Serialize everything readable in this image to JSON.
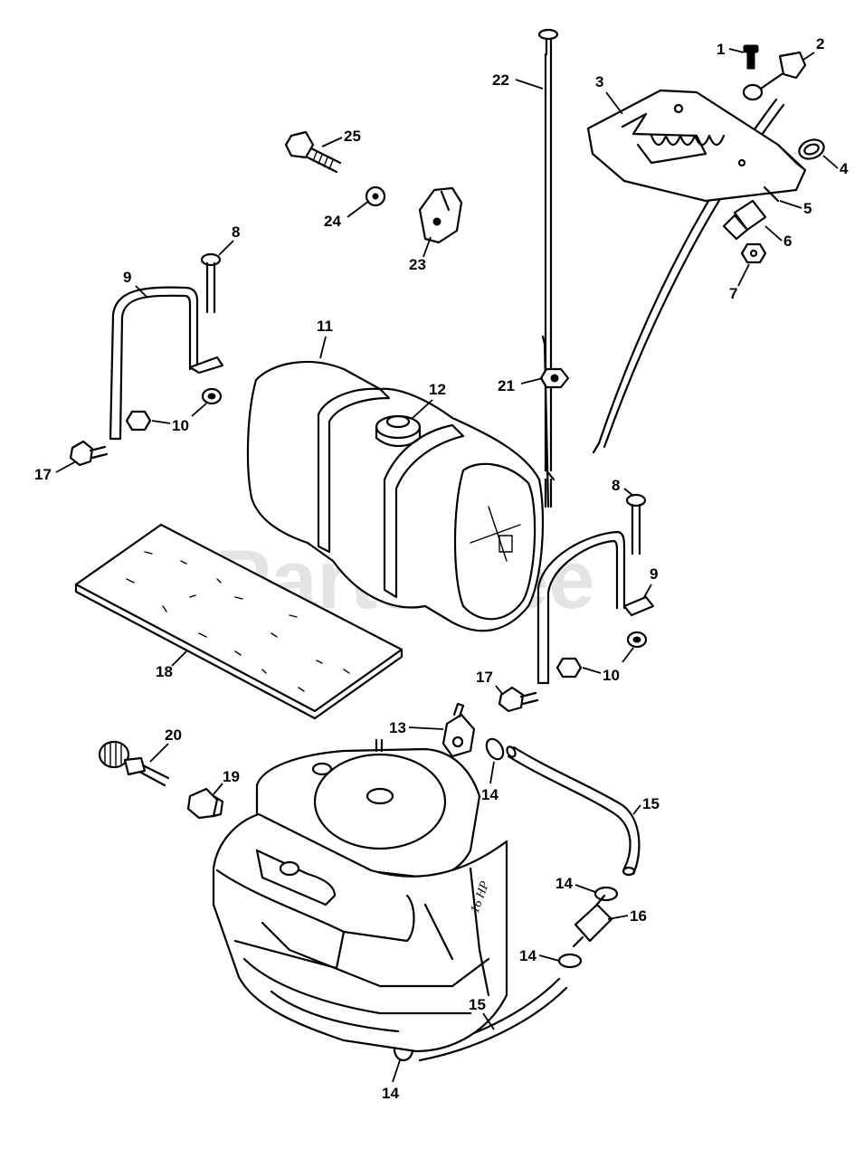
{
  "watermark": "PartsTree",
  "engine_marking": "16 HP",
  "callouts": [
    {
      "id": "c1",
      "label": "1"
    },
    {
      "id": "c2",
      "label": "2"
    },
    {
      "id": "c3",
      "label": "3"
    },
    {
      "id": "c4",
      "label": "4"
    },
    {
      "id": "c5",
      "label": "5"
    },
    {
      "id": "c6",
      "label": "6"
    },
    {
      "id": "c7",
      "label": "7"
    },
    {
      "id": "c8a",
      "label": "8"
    },
    {
      "id": "c8b",
      "label": "8"
    },
    {
      "id": "c9a",
      "label": "9"
    },
    {
      "id": "c9b",
      "label": "9"
    },
    {
      "id": "c10a",
      "label": "10"
    },
    {
      "id": "c10b",
      "label": "10"
    },
    {
      "id": "c11",
      "label": "11"
    },
    {
      "id": "c12",
      "label": "12"
    },
    {
      "id": "c13",
      "label": "13"
    },
    {
      "id": "c14a",
      "label": "14"
    },
    {
      "id": "c14b",
      "label": "14"
    },
    {
      "id": "c14c",
      "label": "14"
    },
    {
      "id": "c14d",
      "label": "14"
    },
    {
      "id": "c15a",
      "label": "15"
    },
    {
      "id": "c15b",
      "label": "15"
    },
    {
      "id": "c16",
      "label": "16"
    },
    {
      "id": "c17a",
      "label": "17"
    },
    {
      "id": "c17b",
      "label": "17"
    },
    {
      "id": "c18",
      "label": "18"
    },
    {
      "id": "c19",
      "label": "19"
    },
    {
      "id": "c20",
      "label": "20"
    },
    {
      "id": "c21",
      "label": "21"
    },
    {
      "id": "c22",
      "label": "22"
    },
    {
      "id": "c23",
      "label": "23"
    },
    {
      "id": "c24",
      "label": "24"
    },
    {
      "id": "c25",
      "label": "25"
    }
  ]
}
